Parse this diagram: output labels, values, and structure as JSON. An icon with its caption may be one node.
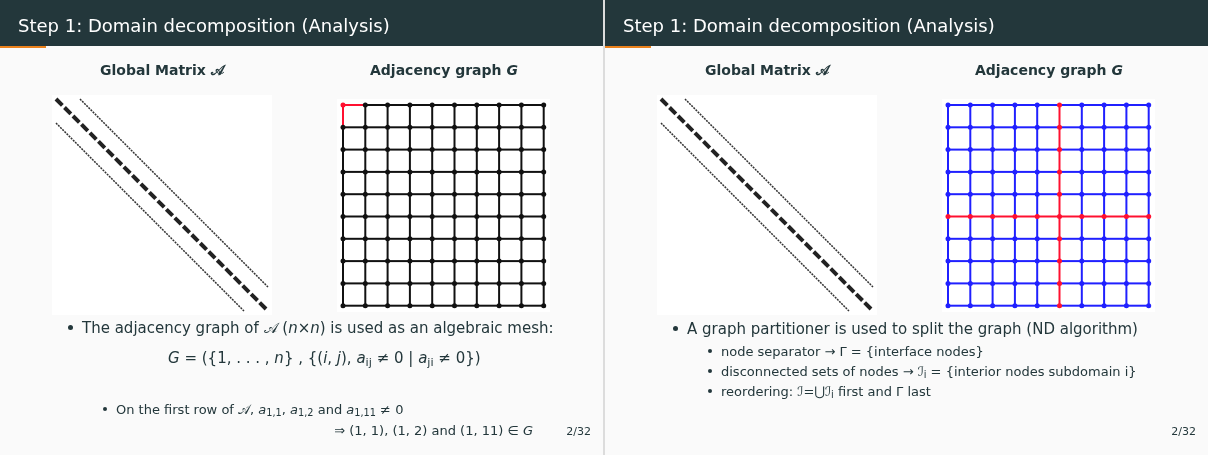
{
  "diagram": {
    "nodes": [
      {
        "text": [
          "Step 1: Domain decomposition (Analysis)",
          "Global Matrix 𝒜",
          "Adjacency graph *G*",
          "The adjacency graph of 𝒜 (*n*×*n*) is used as an algebraic mesh:",
          "*G* = ({1, . . . , *n*} , {(*i*, *j*),  *a*$_{ij}$ ≠ 0 | *a*$_{ji}$ ≠ 0})",
          "On the first row of 𝒜, *a*$_{1,1}$, *a*$_{1,2}$ and *a*$_{1,11}$ ≠ 0",
          "⇒ (1, 1), (1, 2) and (1, 11) ∈ *G*",
          "2/32"
        ]
      },
      {
        "text": [
          "Step 1: Domain decomposition (Analysis)",
          "Global Matrix 𝒜",
          "Adjacency graph *G*",
          "A graph partitioner is used to split the graph (ND algorithm)",
          "node separator → Γ = {interface nodes}",
          "disconnected sets of nodes → ℐ$_{i}$ = {interior nodes subdomain i}",
          "reordering: ℐ=⋃ℐ$_{i}$ first and Γ last",
          "2/32"
        ]
      }
    ]
  }
}
